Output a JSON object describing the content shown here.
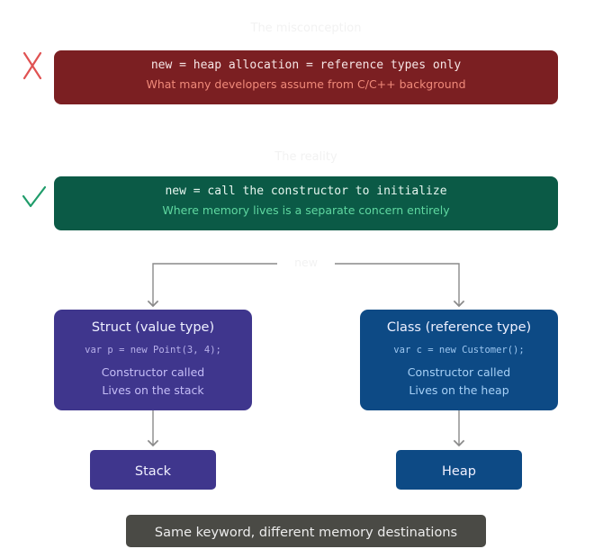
{
  "misconception": {
    "label": "The misconception",
    "code": "new = heap allocation = reference types only",
    "description": "What many developers assume from C/C++ background",
    "mark_icon": "cross-icon",
    "color": "#7b1f22"
  },
  "reality": {
    "label": "The reality",
    "code": "new = call the constructor to initialize",
    "description": "Where memory lives is a separate concern entirely",
    "mark_icon": "check-icon",
    "color": "#0b5a46"
  },
  "split_label": "new",
  "struct_box": {
    "title": "Struct (value type)",
    "code": "var p = new Point(3, 4);",
    "line1": "Constructor called",
    "line2": "Lives on the stack",
    "color": "#3f368d"
  },
  "class_box": {
    "title": "Class (reference type)",
    "code": "var c = new Customer();",
    "line1": "Constructor called",
    "line2": "Lives on the heap",
    "color": "#0d4a85"
  },
  "stack_box": {
    "label": "Stack"
  },
  "heap_box": {
    "label": "Heap"
  },
  "footer": "Same keyword, different memory destinations"
}
